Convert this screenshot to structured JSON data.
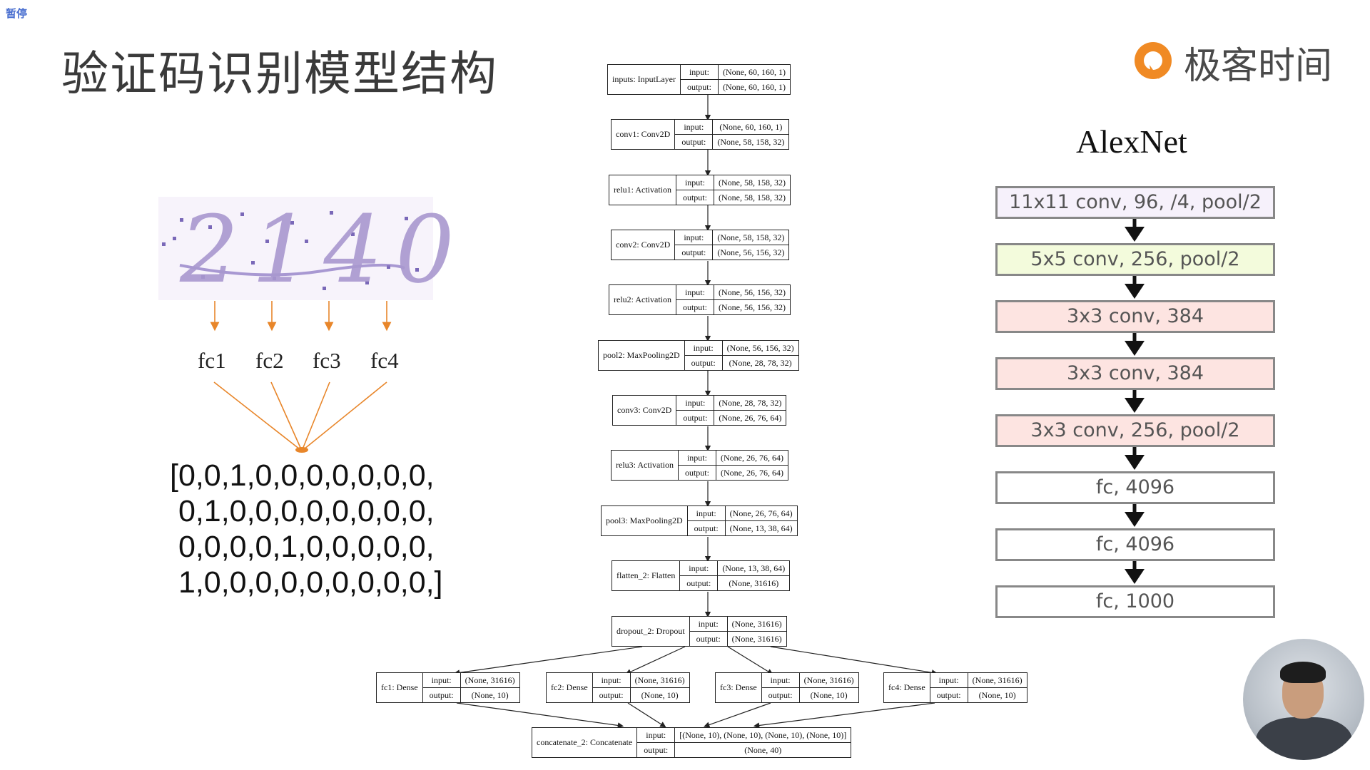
{
  "overlay": {
    "pause_label": "暂停"
  },
  "slide": {
    "title": "验证码识别模型结构",
    "logo_text": "极客时间"
  },
  "captcha": {
    "text": "2140",
    "outputs": [
      "fc1",
      "fc2",
      "fc3",
      "fc4"
    ]
  },
  "one_hot": {
    "lines": [
      "[0,0,1,0,0,0,0,0,0,0,",
      " 0,1,0,0,0,0,0,0,0,0,",
      " 0,0,0,0,1,0,0,0,0,0,",
      " 1,0,0,0,0,0,0,0,0,0,]"
    ]
  },
  "model_graph": {
    "input_key": "input:",
    "output_key": "output:",
    "main_nodes": [
      {
        "name": "inputs: InputLayer",
        "input": "(None, 60, 160, 1)",
        "output": "(None, 60, 160, 1)"
      },
      {
        "name": "conv1: Conv2D",
        "input": "(None, 60, 160, 1)",
        "output": "(None, 58, 158, 32)"
      },
      {
        "name": "relu1: Activation",
        "input": "(None, 58, 158, 32)",
        "output": "(None, 58, 158, 32)"
      },
      {
        "name": "conv2: Conv2D",
        "input": "(None, 58, 158, 32)",
        "output": "(None, 56, 156, 32)"
      },
      {
        "name": "relu2: Activation",
        "input": "(None, 56, 156, 32)",
        "output": "(None, 56, 156, 32)"
      },
      {
        "name": "pool2: MaxPooling2D",
        "input": "(None, 56, 156, 32)",
        "output": "(None, 28, 78, 32)"
      },
      {
        "name": "conv3: Conv2D",
        "input": "(None, 28, 78, 32)",
        "output": "(None, 26, 76, 64)"
      },
      {
        "name": "relu3: Activation",
        "input": "(None, 26, 76, 64)",
        "output": "(None, 26, 76, 64)"
      },
      {
        "name": "pool3: MaxPooling2D",
        "input": "(None, 26, 76, 64)",
        "output": "(None, 13, 38, 64)"
      },
      {
        "name": "flatten_2: Flatten",
        "input": "(None, 13, 38, 64)",
        "output": "(None, 31616)"
      },
      {
        "name": "dropout_2: Dropout",
        "input": "(None, 31616)",
        "output": "(None, 31616)"
      }
    ],
    "dense_nodes": [
      {
        "name": "fc1: Dense",
        "input": "(None, 31616)",
        "output": "(None, 10)"
      },
      {
        "name": "fc2: Dense",
        "input": "(None, 31616)",
        "output": "(None, 10)"
      },
      {
        "name": "fc3: Dense",
        "input": "(None, 31616)",
        "output": "(None, 10)"
      },
      {
        "name": "fc4: Dense",
        "input": "(None, 31616)",
        "output": "(None, 10)"
      }
    ],
    "concat_node": {
      "name": "concatenate_2: Concatenate",
      "input": "[(None, 10), (None, 10), (None, 10), (None, 10)]",
      "output": "(None, 40)"
    }
  },
  "alexnet": {
    "title": "AlexNet",
    "layers": [
      {
        "label": "11x11 conv, 96, /4, pool/2",
        "color": "#f6f1fb"
      },
      {
        "label": "5x5 conv, 256, pool/2",
        "color": "#f3fbdc"
      },
      {
        "label": "3x3 conv, 384",
        "color": "#fde4e1"
      },
      {
        "label": "3x3 conv, 384",
        "color": "#fde4e1"
      },
      {
        "label": "3x3 conv, 256, pool/2",
        "color": "#fde4e1"
      },
      {
        "label": "fc, 4096",
        "color": "#ffffff"
      },
      {
        "label": "fc, 4096",
        "color": "#ffffff"
      },
      {
        "label": "fc, 1000",
        "color": "#ffffff"
      }
    ]
  },
  "colors": {
    "arrow_orange": "#e8862a",
    "logo_orange": "#f08a24"
  }
}
